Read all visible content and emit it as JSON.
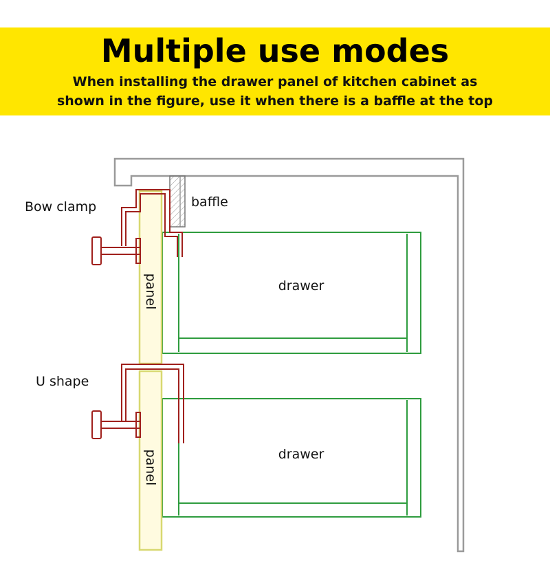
{
  "banner": {
    "title": "Multiple use modes",
    "subtitle_line1": "When installing the drawer panel of kitchen cabinet as",
    "subtitle_line2": "shown in the figure, use it when there is a baffle at the top"
  },
  "labels": {
    "bow_clamp": "Bow clamp",
    "baffle": "baffle",
    "u_shape": "U shape",
    "panel_top": "panel",
    "panel_bottom": "panel",
    "drawer_top": "drawer",
    "drawer_bottom": "drawer"
  },
  "colors": {
    "banner": "#ffe600",
    "cabinet": "#9a9a9a",
    "drawer": "#2e9c3e",
    "panel": "#d8d870",
    "clamp": "#a0201c"
  }
}
